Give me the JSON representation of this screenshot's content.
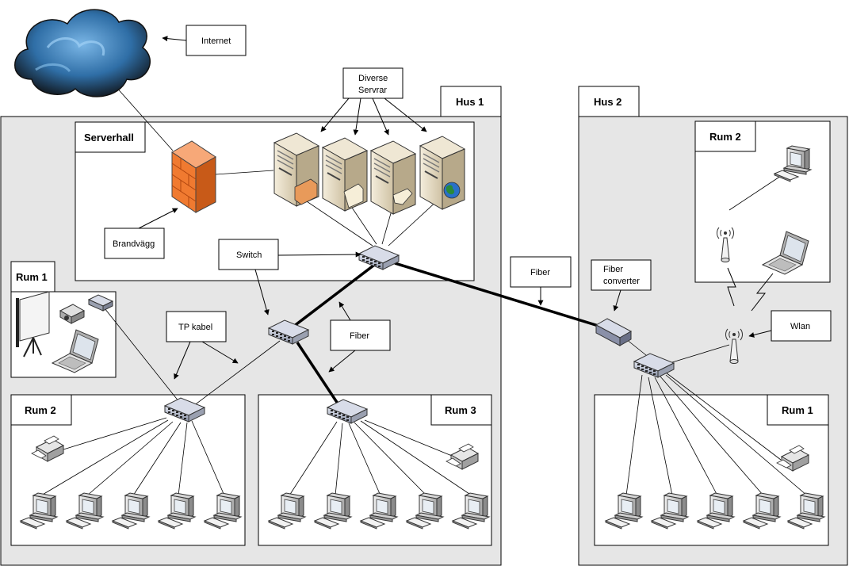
{
  "diagram": {
    "internet_label": "Internet",
    "servers_label_line1": "Diverse",
    "servers_label_line2": "Servrar",
    "building1_title": "Hus 1",
    "building2_title": "Hus 2",
    "serverhall_title": "Serverhall",
    "firewall_label": "Brandvägg",
    "switch_label": "Switch",
    "fiber_label_building": "Fiber",
    "fiber_label_link": "Fiber",
    "tp_cable_label": "TP kabel",
    "fiber_converter_line1": "Fiber",
    "fiber_converter_line2": "converter",
    "wlan_label": "Wlan",
    "h1_room1_title": "Rum 1",
    "h1_room2_title": "Rum 2",
    "h1_room3_title": "Rum 3",
    "h2_room1_title": "Rum 1",
    "h2_room2_title": "Rum 2",
    "colors": {
      "building_fill": "#e6e6e6",
      "room_fill": "#ffffff",
      "firewall": "#f07a30",
      "cloud_light": "#6aa6d8",
      "cloud_dark": "#1a2d40",
      "globe": "#2a8a3a"
    }
  }
}
